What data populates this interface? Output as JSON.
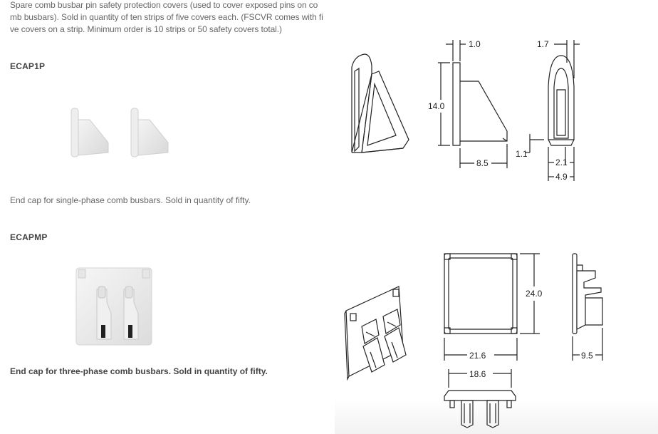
{
  "intro": {
    "lines": [
      "Spare comb busbar pin safety protection covers (used to cover exposed pins on co",
      "mb busbars). Sold in quantity of ten strips of five covers each. (FSCVR comes with fi",
      "ve covers on a strip. Minimum order is 10 strips or 50 safety covers total.)"
    ]
  },
  "products": [
    {
      "code": "ECAP1P",
      "description": "End cap for single-phase comb busbars. Sold in quantity of fifty."
    },
    {
      "code": "ECAPMP",
      "description": "End cap for three-phase comb busbars. Sold in quantity of fifty."
    }
  ],
  "dimensions": {
    "ecap1p": {
      "top_thickness": "1.0",
      "height": "14.0",
      "depth": "8.5",
      "bottom_offset": "1.1",
      "side_top_width": "1.7",
      "side_slot_width": "2.1",
      "side_total_width": "4.9"
    },
    "ecapmp": {
      "height": "24.0",
      "width": "21.6",
      "inner_width": "18.6",
      "depth": "9.5"
    }
  }
}
